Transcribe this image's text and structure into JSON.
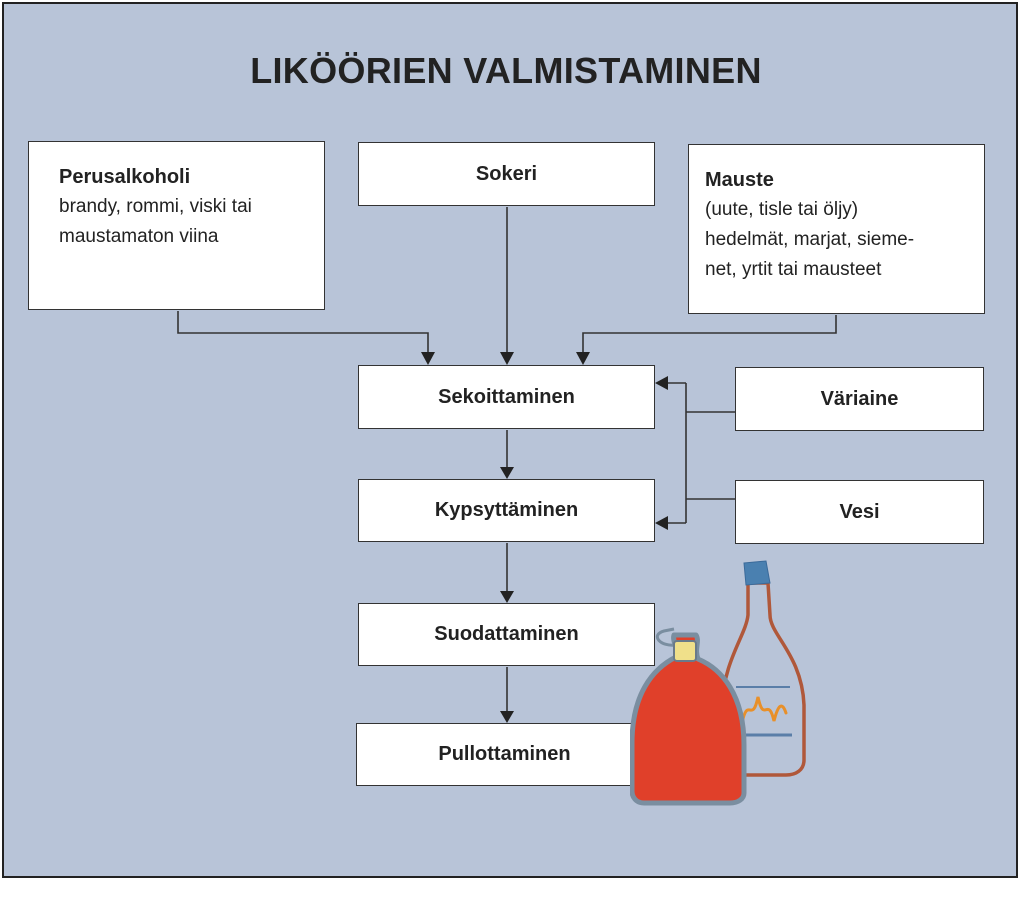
{
  "title": "LIKÖÖRIEN VALMISTAMINEN",
  "inputs": {
    "base": {
      "heading": "Perusalkoholi",
      "lines": [
        "brandy, rommi, viski tai",
        "maustamaton  viina"
      ]
    },
    "sugar": {
      "label": "Sokeri"
    },
    "spice": {
      "heading": "Mauste",
      "lines": [
        "(uute, tisle tai öljy)",
        "hedelmät, marjat, sieme-",
        "net, yrtit tai mausteet"
      ]
    }
  },
  "side_inputs": {
    "color": "Väriaine",
    "water": "Vesi"
  },
  "steps": [
    "Sekoittaminen",
    "Kypsyttäminen",
    "Suodattaminen",
    "Pullottaminen"
  ],
  "colors": {
    "background": "#b8c4d8",
    "bottle_red": "#e0402a",
    "bottle_outline": "#c0603a",
    "cap_blue": "#4a80b0",
    "cap_yellow": "#f0e08a"
  },
  "icons": [
    "round-red-bottle-icon",
    "tall-bottle-icon"
  ]
}
